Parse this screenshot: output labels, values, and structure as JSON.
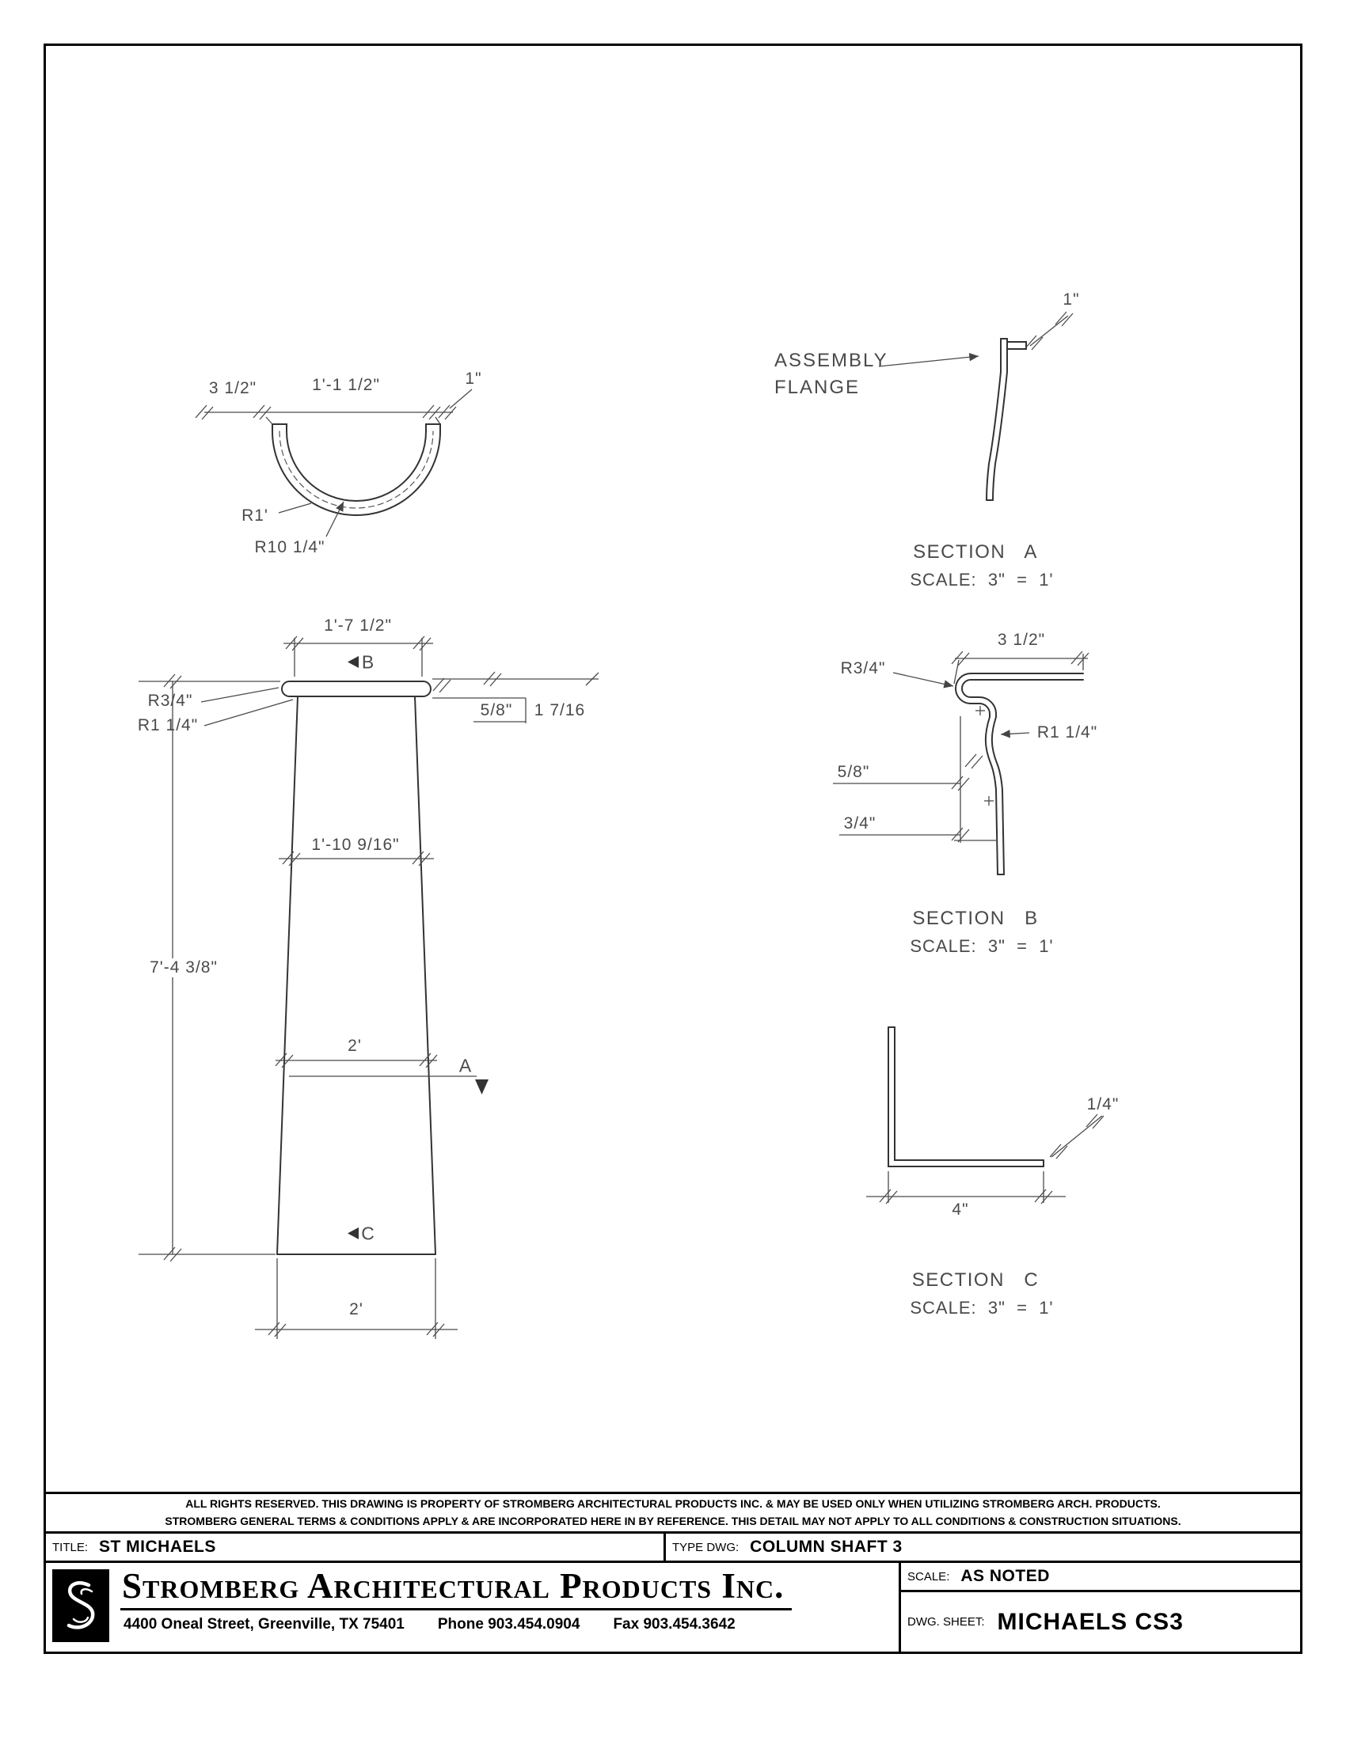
{
  "plan_view": {
    "dim_a": "3 1/2\"",
    "dim_b": "1'-1 1/2\"",
    "dim_c": "1\"",
    "radius_outer": "R1'",
    "radius_inner": "R10 1/4\""
  },
  "section_a": {
    "callout_line1": "ASSEMBLY",
    "callout_line2": "FLANGE",
    "dim_a": "1\"",
    "title": "SECTION   A",
    "scale": "SCALE:  3\"  =  1'"
  },
  "elevation": {
    "dim_top_width": "1'-7 1/2\"",
    "marker_b": "B",
    "radius_a": "R3/4\"",
    "radius_b": "R1 1/4\"",
    "dim_flange_a": "5/8\"",
    "dim_flange_b": "1 7/16",
    "dim_mid_width": "1'-10 9/16\"",
    "dim_height": "7'-4 3/8\"",
    "dim_lower_width": "2'",
    "marker_a": "A",
    "marker_c": "C",
    "dim_base_width": "2'"
  },
  "section_b": {
    "dim_width": "3 1/2\"",
    "radius_a": "R3/4\"",
    "radius_b": "R1 1/4\"",
    "dim_a": "5/8\"",
    "dim_b": "3/4\"",
    "title": "SECTION   B",
    "scale": "SCALE:  3\"  =  1'"
  },
  "section_c": {
    "dim_thickness": "1/4\"",
    "dim_leg": "4\"",
    "title": "SECTION   C",
    "scale": "SCALE:  3\"  =  1'"
  },
  "title_block": {
    "disclaimer_line1": "ALL RIGHTS RESERVED. THIS DRAWING IS PROPERTY OF STROMBERG ARCHITECTURAL PRODUCTS INC. & MAY BE USED ONLY WHEN UTILIZING STROMBERG ARCH. PRODUCTS.",
    "disclaimer_line2": "STROMBERG GENERAL TERMS & CONDITIONS APPLY & ARE INCORPORATED HERE IN BY REFERENCE. THIS DETAIL MAY NOT APPLY TO ALL CONDITIONS & CONSTRUCTION SITUATIONS.",
    "title_label": "TITLE:",
    "title_value": "ST MICHAELS",
    "type_label": "TYPE DWG:",
    "type_value": "COLUMN SHAFT 3",
    "company_name": "Stromberg Architectural Products Inc.",
    "address": "4400 Oneal Street, Greenville, TX  75401",
    "phone": "Phone 903.454.0904",
    "fax": "Fax 903.454.3642",
    "scale_label": "SCALE:",
    "scale_value": "AS NOTED",
    "sheet_label": "DWG. SHEET:",
    "sheet_value": "MICHAELS CS3"
  }
}
